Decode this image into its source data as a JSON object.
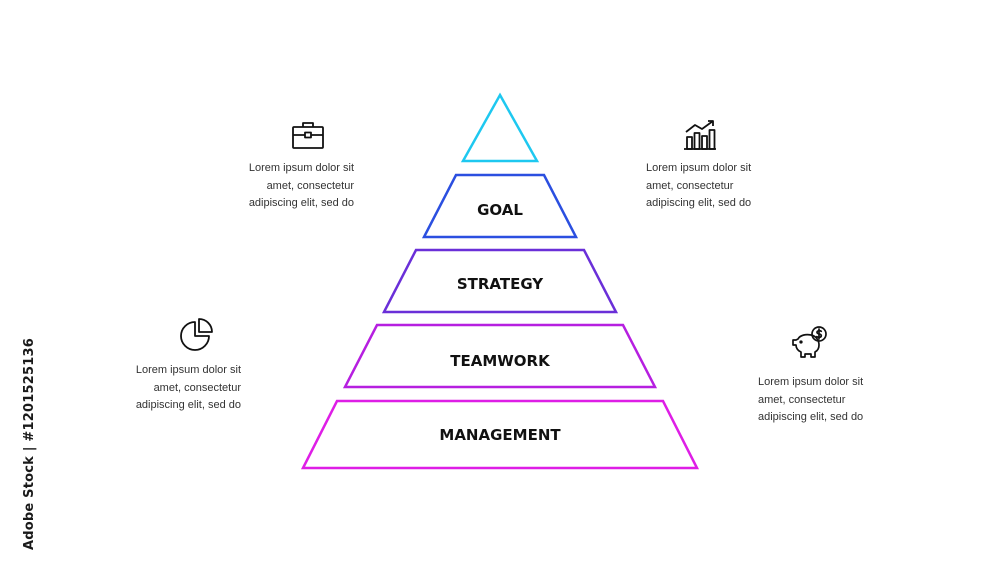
{
  "colors": {
    "apex": "#1ec8f0",
    "goal": "#2b4fe0",
    "strategy": "#6a2fd8",
    "teamwork": "#b61fe0",
    "management": "#de1ee6",
    "text": "#111111"
  },
  "pyramid": {
    "tiers": [
      {
        "label": "GOAL"
      },
      {
        "label": "STRATEGY"
      },
      {
        "label": "TEAMWORK"
      },
      {
        "label": "MANAGEMENT"
      }
    ]
  },
  "callouts": [
    {
      "icon": "briefcase-icon",
      "lines": [
        "Lorem ipsum dolor sit",
        "amet, consectetur",
        "adipiscing elit, sed do"
      ]
    },
    {
      "icon": "bar-chart-growth-icon",
      "lines": [
        "Lorem ipsum dolor sit",
        "amet, consectetur",
        "adipiscing elit, sed do"
      ]
    },
    {
      "icon": "pie-chart-icon",
      "lines": [
        "Lorem ipsum dolor sit",
        "amet, consectetur",
        "adipiscing elit, sed do"
      ]
    },
    {
      "icon": "piggy-bank-dollar-icon",
      "lines": [
        "Lorem ipsum dolor sit",
        "amet, consectetur",
        "adipiscing elit, sed do"
      ]
    }
  ],
  "watermark": "Adobe Stock | #1201525136"
}
